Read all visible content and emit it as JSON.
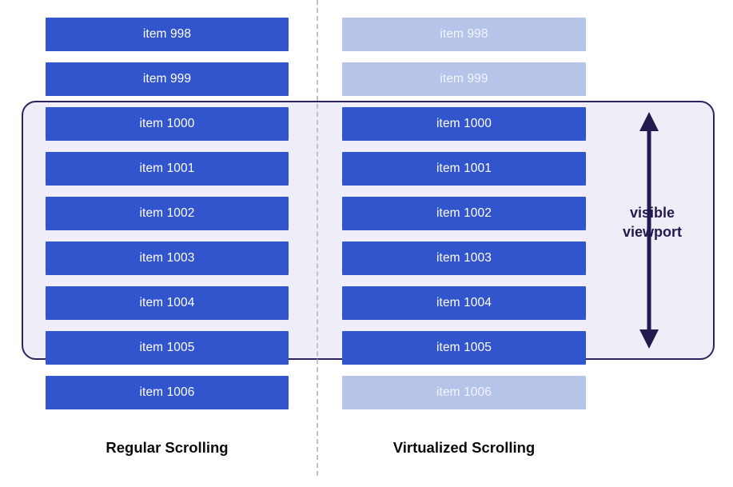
{
  "colors": {
    "item_active": "#3255cd",
    "item_faded": "#b6c4e9",
    "viewport_fill": "#efedf8",
    "viewport_border": "#30215e",
    "arrow": "#241a4f",
    "divider": "#c2c2c2",
    "caption_text": "#0a0a0a",
    "item_text": "#ffffff"
  },
  "viewport": {
    "label_line1": "visible",
    "label_line2": "viewport",
    "arrow_name": "double-headed-vertical-arrow"
  },
  "columns": [
    {
      "id": "regular",
      "caption": "Regular Scrolling",
      "items": [
        {
          "label": "item 998",
          "state": "rendered"
        },
        {
          "label": "item 999",
          "state": "rendered"
        },
        {
          "label": "item 1000",
          "state": "rendered"
        },
        {
          "label": "item 1001",
          "state": "rendered"
        },
        {
          "label": "item 1002",
          "state": "rendered"
        },
        {
          "label": "item 1003",
          "state": "rendered"
        },
        {
          "label": "item 1004",
          "state": "rendered"
        },
        {
          "label": "item 1005",
          "state": "rendered"
        },
        {
          "label": "item 1006",
          "state": "rendered"
        }
      ]
    },
    {
      "id": "virtualized",
      "caption": "Virtualized Scrolling",
      "items": [
        {
          "label": "item 998",
          "state": "faded"
        },
        {
          "label": "item 999",
          "state": "faded"
        },
        {
          "label": "item 1000",
          "state": "rendered"
        },
        {
          "label": "item 1001",
          "state": "rendered"
        },
        {
          "label": "item 1002",
          "state": "rendered"
        },
        {
          "label": "item 1003",
          "state": "rendered"
        },
        {
          "label": "item 1004",
          "state": "rendered"
        },
        {
          "label": "item 1005",
          "state": "rendered"
        },
        {
          "label": "item 1006",
          "state": "faded"
        }
      ]
    }
  ]
}
